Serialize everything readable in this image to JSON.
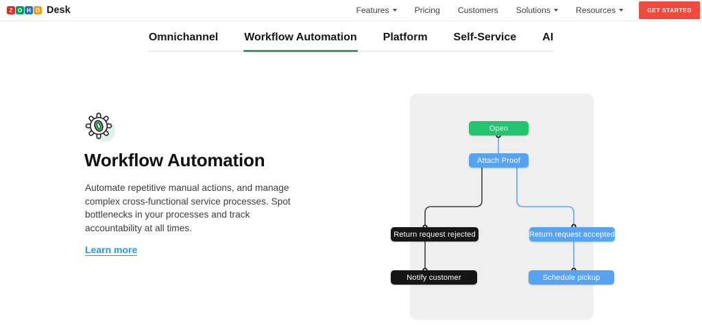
{
  "header": {
    "logo": {
      "letters": [
        {
          "ch": "Z",
          "color": "#e42a28"
        },
        {
          "ch": "O",
          "color": "#0b9f56"
        },
        {
          "ch": "H",
          "color": "#2a6fbb"
        },
        {
          "ch": "O",
          "color": "#f39b1f"
        }
      ],
      "product": "Desk"
    },
    "nav": [
      {
        "label": "Features",
        "dropdown": true
      },
      {
        "label": "Pricing",
        "dropdown": false
      },
      {
        "label": "Customers",
        "dropdown": false
      },
      {
        "label": "Solutions",
        "dropdown": true
      },
      {
        "label": "Resources",
        "dropdown": true
      }
    ],
    "cta_label": "GET STARTED",
    "cta_color": "#f0493d"
  },
  "tabs": {
    "items": [
      {
        "label": "Omnichannel",
        "active": false
      },
      {
        "label": "Workflow Automation",
        "active": true
      },
      {
        "label": "Platform",
        "active": false
      },
      {
        "label": "Self-Service",
        "active": false
      },
      {
        "label": "AI",
        "active": false
      }
    ],
    "active_underline_color": "#2da05e"
  },
  "content": {
    "icon": "gear-icon",
    "title": "Workflow Automation",
    "description_lines": [
      "Automate repetitive manual actions, and manage",
      "complex cross-functional service processes. Spot",
      "bottlenecks in your processes and track",
      "accountability at all times."
    ],
    "link_label": "Learn more",
    "link_color": "#1a9bf2"
  },
  "diagram": {
    "panel_color": "#efeff0",
    "nodes": [
      {
        "id": "open",
        "label": "Open",
        "color": "#24c36d"
      },
      {
        "id": "attach",
        "label": "Attach Proof",
        "color": "#56a3f2"
      },
      {
        "id": "rejected",
        "label": "Return request rejected",
        "color": "#161616"
      },
      {
        "id": "accepted",
        "label": "Return request accepted",
        "color": "#56a3f2"
      },
      {
        "id": "notify",
        "label": "Notify customer",
        "color": "#161616"
      },
      {
        "id": "schedule",
        "label": "Schedule pickup",
        "color": "#56a3f2"
      }
    ],
    "edges": [
      {
        "from": "open",
        "to": "attach",
        "color": "#58a6f3"
      },
      {
        "from": "attach",
        "to": "rejected",
        "color": "#3f3f3f"
      },
      {
        "from": "attach",
        "to": "accepted",
        "color": "#58a6f3"
      },
      {
        "from": "rejected",
        "to": "notify",
        "color": "#3f3f3f"
      },
      {
        "from": "accepted",
        "to": "schedule",
        "color": "#58a6f3"
      }
    ]
  }
}
